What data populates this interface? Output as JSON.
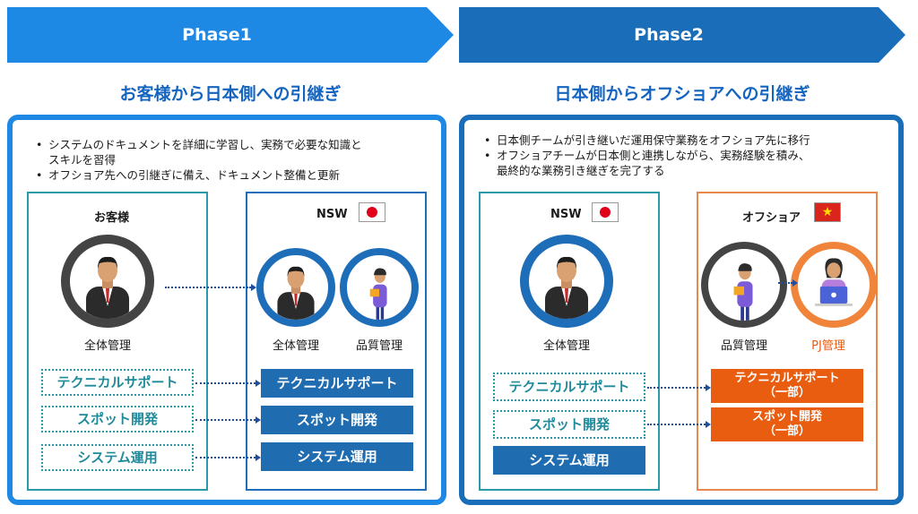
{
  "phases": [
    {
      "label": "Phase1",
      "color": "#1e88e5"
    },
    {
      "label": "Phase2",
      "color": "#1a6db8"
    }
  ],
  "subtitles": {
    "phase1": "お客様から日本側への引継ぎ",
    "phase2": "日本側からオフショアへの引継ぎ"
  },
  "colors": {
    "subtitle": "#1565c0",
    "teal": "#2a9aa8",
    "navy": "#1f6cb0",
    "orange": "#e85d10"
  },
  "phase1": {
    "bullets": [
      "システムのドキュメントを詳細に学習し、実務で必要な知識と",
      "スキルを習得",
      "オフショア先への引継ぎに備え、ドキュメント整備と更新"
    ],
    "customer": {
      "title": "お客様",
      "role": "全体管理"
    },
    "nsw": {
      "title": "NSW",
      "flag": "japan",
      "roles": [
        "全体管理",
        "品質管理"
      ]
    },
    "customer_tasks": [
      "テクニカルサポート",
      "スポット開発",
      "システム運用"
    ],
    "nsw_tasks": [
      "テクニカルサポート",
      "スポット開発",
      "システム運用"
    ]
  },
  "phase2": {
    "bullets": [
      "日本側チームが引き継いだ運用保守業務をオフショア先に移行",
      "オフショアチームが日本側と連携しながら、実務経験を積み、",
      "最終的な業務引き継ぎを完了する"
    ],
    "nsw": {
      "title": "NSW",
      "flag": "japan",
      "role": "全体管理"
    },
    "offshore": {
      "title": "オフショア",
      "flag": "vietnam",
      "roles": [
        "品質管理",
        "PJ管理"
      ]
    },
    "nsw_tasks": [
      "テクニカルサポート",
      "スポット開発",
      "システム運用"
    ],
    "offshore_tasks": [
      {
        "line1": "テクニカルサポート",
        "line2": "（一部）"
      },
      {
        "line1": "スポット開発",
        "line2": "（一部）"
      }
    ]
  }
}
